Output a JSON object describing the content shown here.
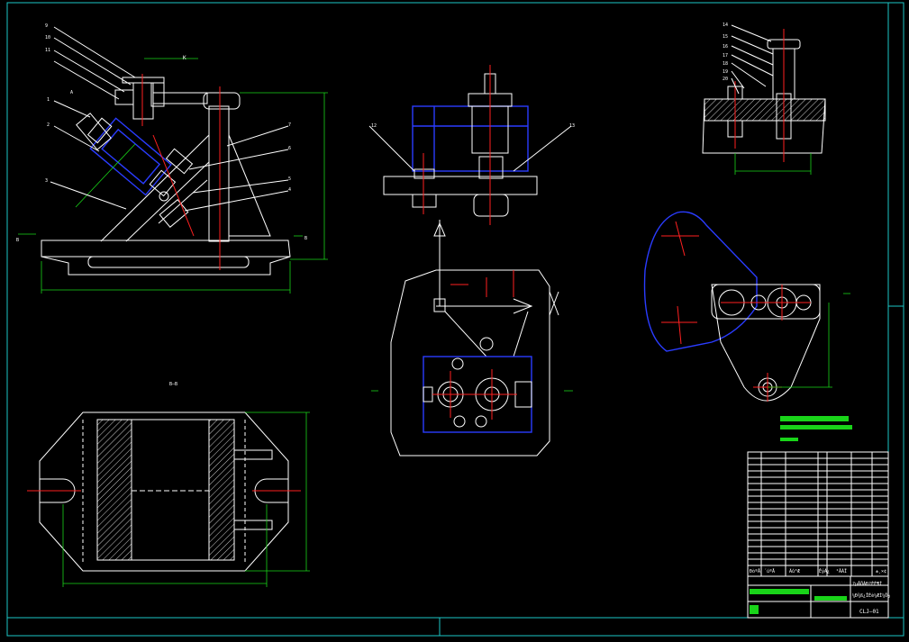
{
  "drawing": {
    "code": "CLJ—01",
    "title_line_1": "?µÅÖÀÐ?ÈÉ¶Í",
    "title_line_2": "¼Ð¾ß¿ÎÉè¼ÆÍ¼Ö½",
    "section_bb": "B—B",
    "view_k": "K",
    "view_a": "A",
    "section_b_left": "B",
    "section_b_right": "B"
  },
  "balloons_front": [
    "9",
    "10",
    "11",
    "1",
    "2",
    "3",
    "7",
    "6",
    "5",
    "4"
  ],
  "balloons_side": [
    "12",
    "13"
  ],
  "balloons_detail": [
    "14",
    "15",
    "16",
    "17",
    "18",
    "19",
    "20"
  ],
  "colors": {
    "outline": "#ffffff",
    "center_line": "#ff2020",
    "hidden_part": "#2a3cff",
    "dimension": "#19d419",
    "frame": "#1cc6c6"
  },
  "title_block": {
    "headers": [
      "ÐòºÅ",
      "´úºÅ",
      "Ãû³Æ",
      "ÊýÁ¿",
      "²ÄÁÏ",
      "±¸×¢"
    ]
  }
}
